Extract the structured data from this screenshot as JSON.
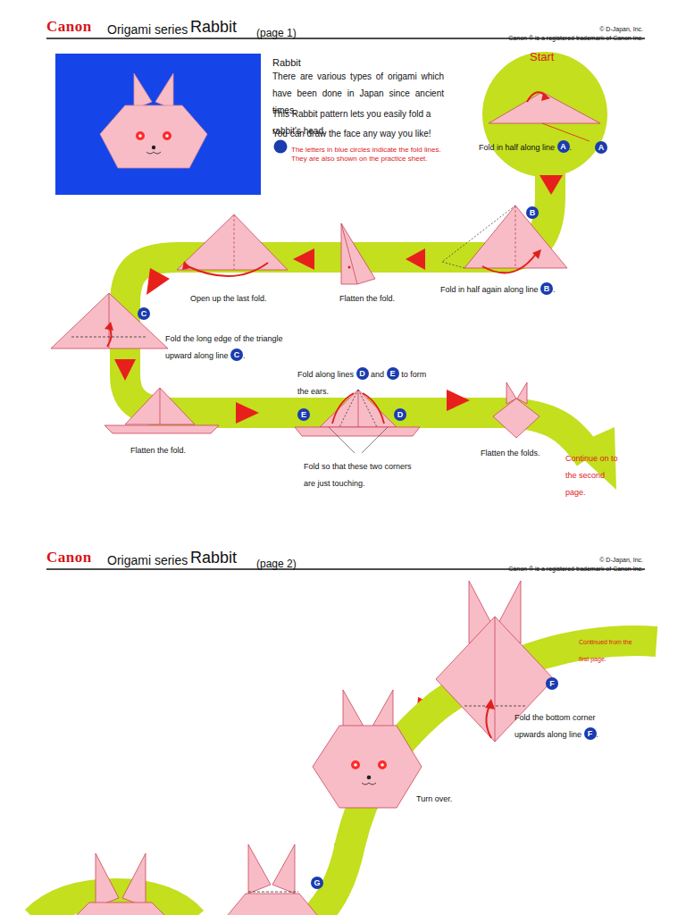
{
  "diagram": {
    "labels": [
      "Canon",
      "Origami series",
      "Rabbit",
      "(page 1)",
      "© D-Japan, Inc.",
      "Canon ® is a registered trademark of Canon Inc.",
      "Rabbit",
      "There are various types of origami which have been done in Japan since ancient times.",
      "This Rabbit pattern lets you easily fold a rabbit's head.",
      "You can draw the face any way you like!",
      "The letters in blue circles indicate the fold lines.",
      "They are also shown on the practice sheet.",
      "Start",
      "Fold in half along line",
      "A",
      ".",
      "A",
      "B",
      "Fold in half again along line",
      "B",
      ".",
      "Flatten the fold.",
      "Open up the last fold.",
      "C",
      "Fold the long edge of the triangle upward along line",
      "C",
      ".",
      "Flatten the fold.",
      "Fold along lines",
      "D",
      "and",
      "E",
      "to form the ears.",
      "E",
      "D",
      "Fold so that these two corners are just touching.",
      "Flatten the folds.",
      "Continue on to the second page.",
      "Canon",
      "Origami series",
      "Rabbit",
      "(page 2)",
      "© D-Japan, Inc.",
      "Canon ® is a registered trademark of Canon Inc.",
      "Continued from the first page.",
      "F",
      "Fold the bottom corner upwards along line",
      "F",
      ".",
      "Turn over.",
      "G"
    ]
  }
}
